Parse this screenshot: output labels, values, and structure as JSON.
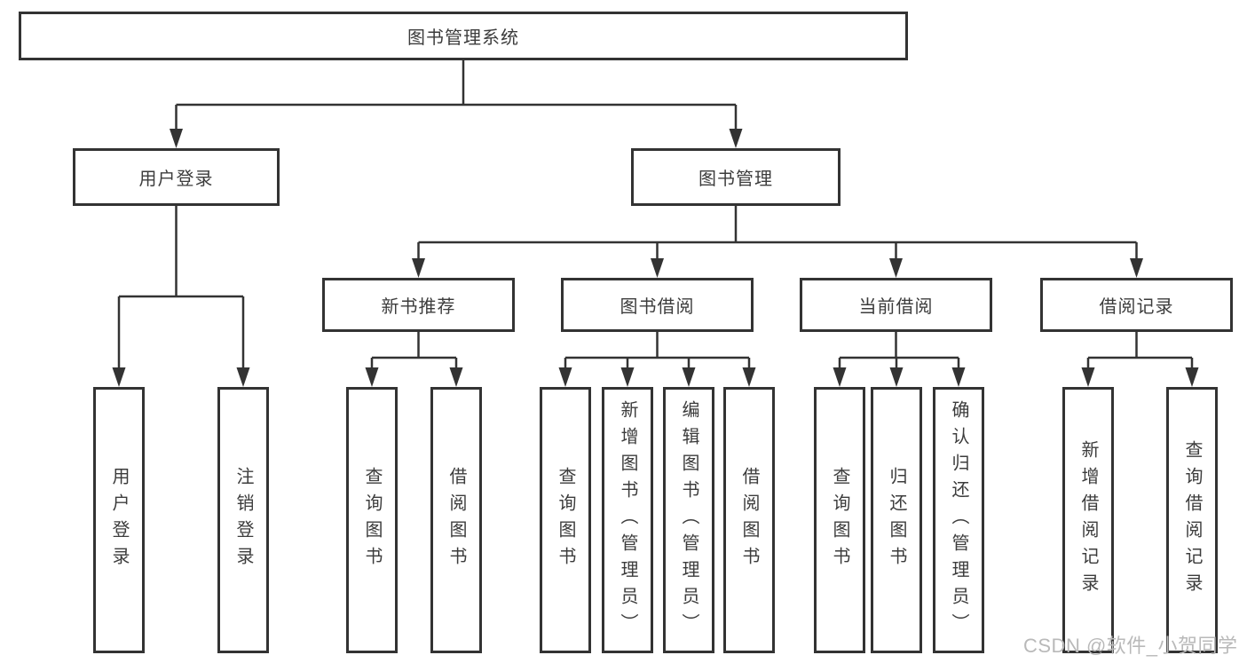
{
  "diagram": {
    "root": {
      "label": "图书管理系统"
    },
    "branches": [
      {
        "label": "用户登录",
        "leaves": [
          {
            "label": "用户登录"
          },
          {
            "label": "注销登录"
          }
        ]
      },
      {
        "label": "图书管理",
        "sections": [
          {
            "label": "新书推荐",
            "leaves": [
              {
                "label": "查询图书"
              },
              {
                "label": "借阅图书"
              }
            ]
          },
          {
            "label": "图书借阅",
            "leaves": [
              {
                "label": "查询图书"
              },
              {
                "label": "新增图书（管理员）"
              },
              {
                "label": "编辑图书（管理员）"
              },
              {
                "label": "借阅图书"
              }
            ]
          },
          {
            "label": "当前借阅",
            "leaves": [
              {
                "label": "查询图书"
              },
              {
                "label": "归还图书"
              },
              {
                "label": "确认归还（管理员）"
              }
            ]
          },
          {
            "label": "借阅记录",
            "leaves": [
              {
                "label": "新增借阅记录"
              },
              {
                "label": "查询借阅记录"
              }
            ]
          }
        ]
      }
    ]
  },
  "watermark": {
    "text": "CSDN @软件_小贺同学"
  },
  "colors": {
    "line": "#333333",
    "text": "#3c3c3c",
    "background": "#ffffff",
    "watermark": "#b9b9b9"
  }
}
